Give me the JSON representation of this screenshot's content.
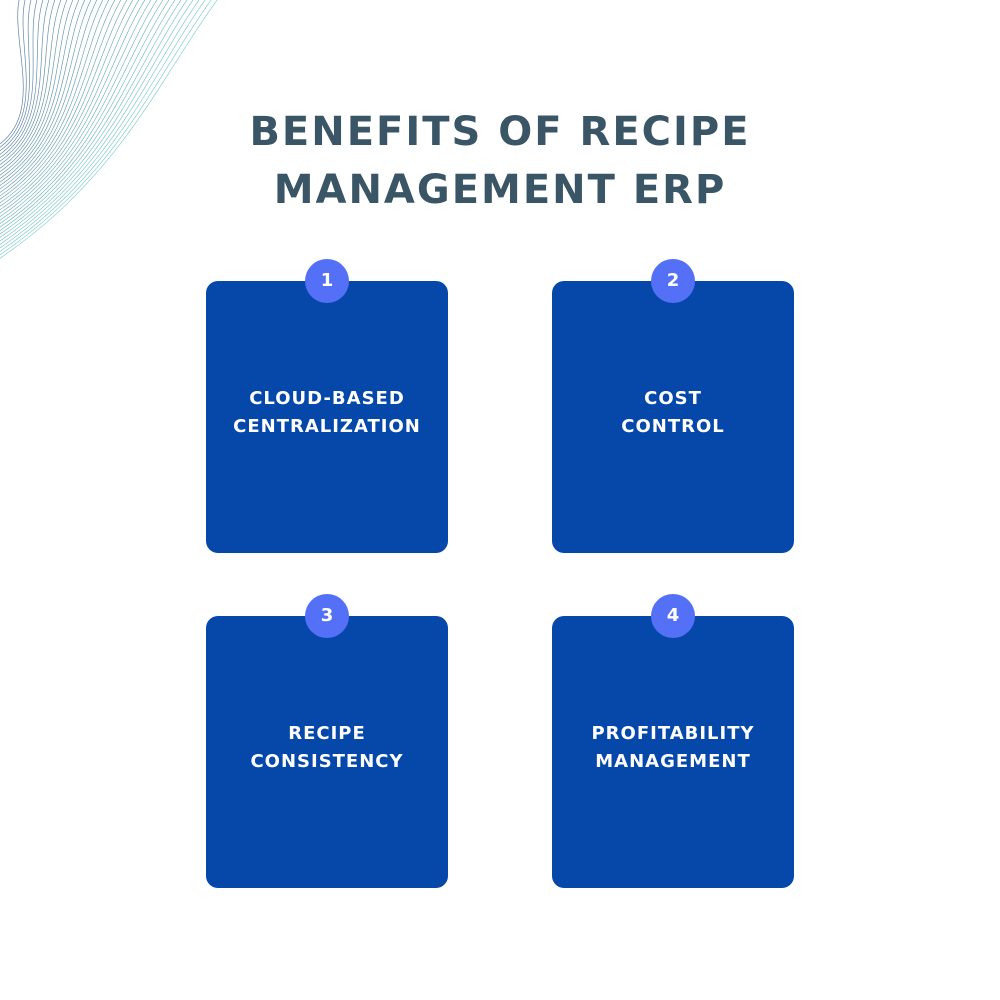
{
  "title": {
    "line1": "BENEFITS OF RECIPE",
    "line2": "MANAGEMENT ERP"
  },
  "colors": {
    "title": "#3a5565",
    "card": "#0548aa",
    "badge": "#5470f7",
    "card_text": "#ffffff"
  },
  "cards": [
    {
      "number": "1",
      "line1": "CLOUD-BASED",
      "line2": "CENTRALIZATION"
    },
    {
      "number": "2",
      "line1": "COST",
      "line2": "CONTROL"
    },
    {
      "number": "3",
      "line1": "RECIPE",
      "line2": "CONSISTENCY"
    },
    {
      "number": "4",
      "line1": "PROFITABILITY",
      "line2": "MANAGEMENT"
    }
  ]
}
